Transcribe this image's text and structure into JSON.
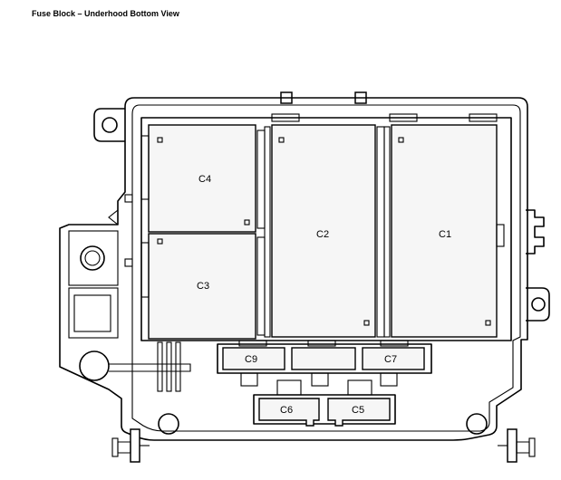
{
  "title": "Fuse Block – Underhood Bottom View",
  "connectors": {
    "c1": "C1",
    "c2": "C2",
    "c3": "C3",
    "c4": "C4",
    "c5": "C5",
    "c6": "C6",
    "c7": "C7",
    "c9": "C9"
  }
}
